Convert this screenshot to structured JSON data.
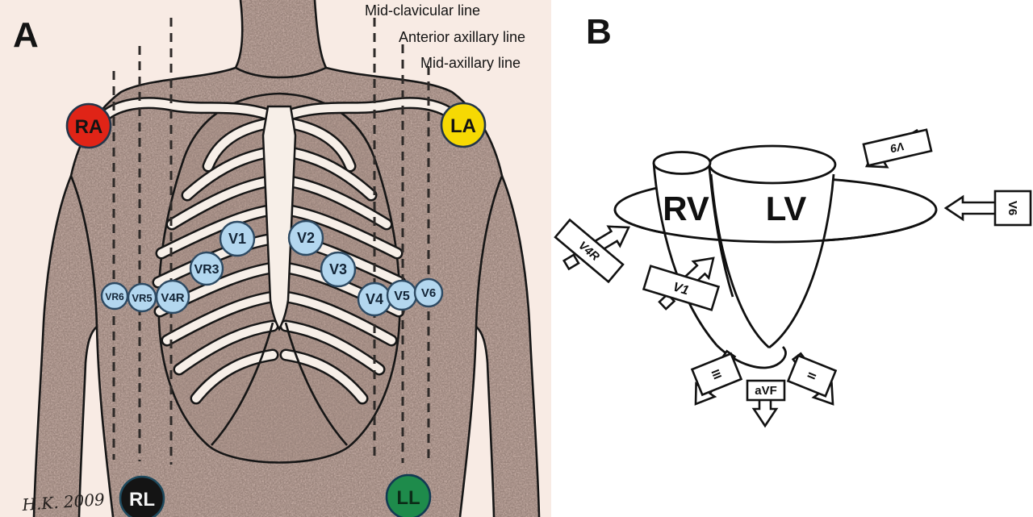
{
  "colors": {
    "panel_a_background": "#f8ebe4",
    "skin_shade": "#cfb6ad",
    "ribcage_interior": "#c2a89f",
    "bone": "#f7efe8",
    "outline": "#161616",
    "precordial_fill": "#b3d7ef",
    "precordial_stroke": "#2d4a63"
  },
  "panelA": {
    "label": "A",
    "signature": "H.K. 2009",
    "guide_lines": [
      {
        "label": "Mid-clavicular line"
      },
      {
        "label": "Anterior axillary line"
      },
      {
        "label": "Mid-axillary line"
      }
    ],
    "limb_electrodes": [
      {
        "label": "RA",
        "color": "#e02417",
        "text_color": "#141414"
      },
      {
        "label": "LA",
        "color": "#f6d903",
        "text_color": "#141414"
      },
      {
        "label": "RL",
        "color": "#141414",
        "text_color": "#f5f5f5"
      },
      {
        "label": "LL",
        "color": "#1e8b4b",
        "text_color": "#0b2c17"
      }
    ],
    "precordial_electrodes": [
      {
        "label": "V1"
      },
      {
        "label": "V2"
      },
      {
        "label": "VR3"
      },
      {
        "label": "V3"
      },
      {
        "label": "VR6"
      },
      {
        "label": "VR5"
      },
      {
        "label": "V4R"
      },
      {
        "label": "V4"
      },
      {
        "label": "V5"
      },
      {
        "label": "V6"
      }
    ]
  },
  "panelB": {
    "label": "B",
    "right_ventricle": "RV",
    "left_ventricle": "LV",
    "leads": [
      {
        "label": "V9"
      },
      {
        "label": "V6"
      },
      {
        "label": "V4R"
      },
      {
        "label": "V1"
      },
      {
        "label": "III"
      },
      {
        "label": "aVF"
      },
      {
        "label": "II"
      }
    ]
  }
}
